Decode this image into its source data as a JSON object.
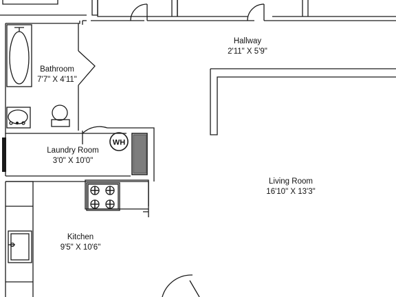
{
  "rooms": {
    "hallway": {
      "name": "Hallway",
      "dims": "2'11\" X 5'9\""
    },
    "bathroom": {
      "name": "Bathroom",
      "dims": "7'7\" X 4'11\""
    },
    "laundry": {
      "name": "Laundry Room",
      "dims": "3'0\"  X 10'0\""
    },
    "living": {
      "name": "Living Room",
      "dims": "16'10\" X 13'3\""
    },
    "kitchen": {
      "name": "Kitchen",
      "dims": "9'5\" X 10'6\""
    }
  },
  "fixtures": {
    "water_heater": "WH"
  }
}
